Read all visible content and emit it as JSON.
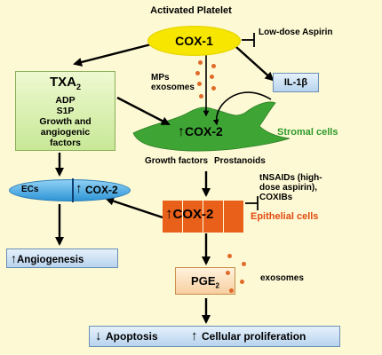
{
  "title": "Activated Platelet",
  "cox1": "COX-1",
  "low_dose_aspirin": "Low-dose Aspirin",
  "il1b": "IL-1β",
  "txa": {
    "main": "TXA",
    "sub": "2",
    "lines": [
      "ADP",
      "S1P",
      "Growth and",
      "angiogenic",
      "factors"
    ]
  },
  "mps_exosomes": [
    "MPs",
    "exosomes"
  ],
  "stromal_cox2": "COX-2",
  "stromal_cells": "Stromal cells",
  "growth_factors": "Growth factors",
  "prostanoids": "Prostanoids",
  "ecs": "ECs",
  "ecs_cox2": "COX-2",
  "tnsaids": [
    "tNSAIDs (high-",
    "dose aspirin),",
    "COXIBs"
  ],
  "epithelial_cox2": "COX-2",
  "epithelial_cells": "Epithelial cells",
  "angiogenesis": "Angiogenesis",
  "pge": {
    "main": "PGE",
    "sub": "2"
  },
  "exosomes": "exosomes",
  "apoptosis": "Apoptosis",
  "cellular_proliferation": "Cellular proliferation",
  "colors": {
    "background": "#fdf9d4",
    "cox1_yellow": "#f6e600",
    "stromal_green": "#3ea535",
    "epithelial_orange": "#e8601a",
    "dot_orange": "#e06a2a",
    "box_blue": "#cfe2f4",
    "txa_green": "#d8f0a8"
  }
}
